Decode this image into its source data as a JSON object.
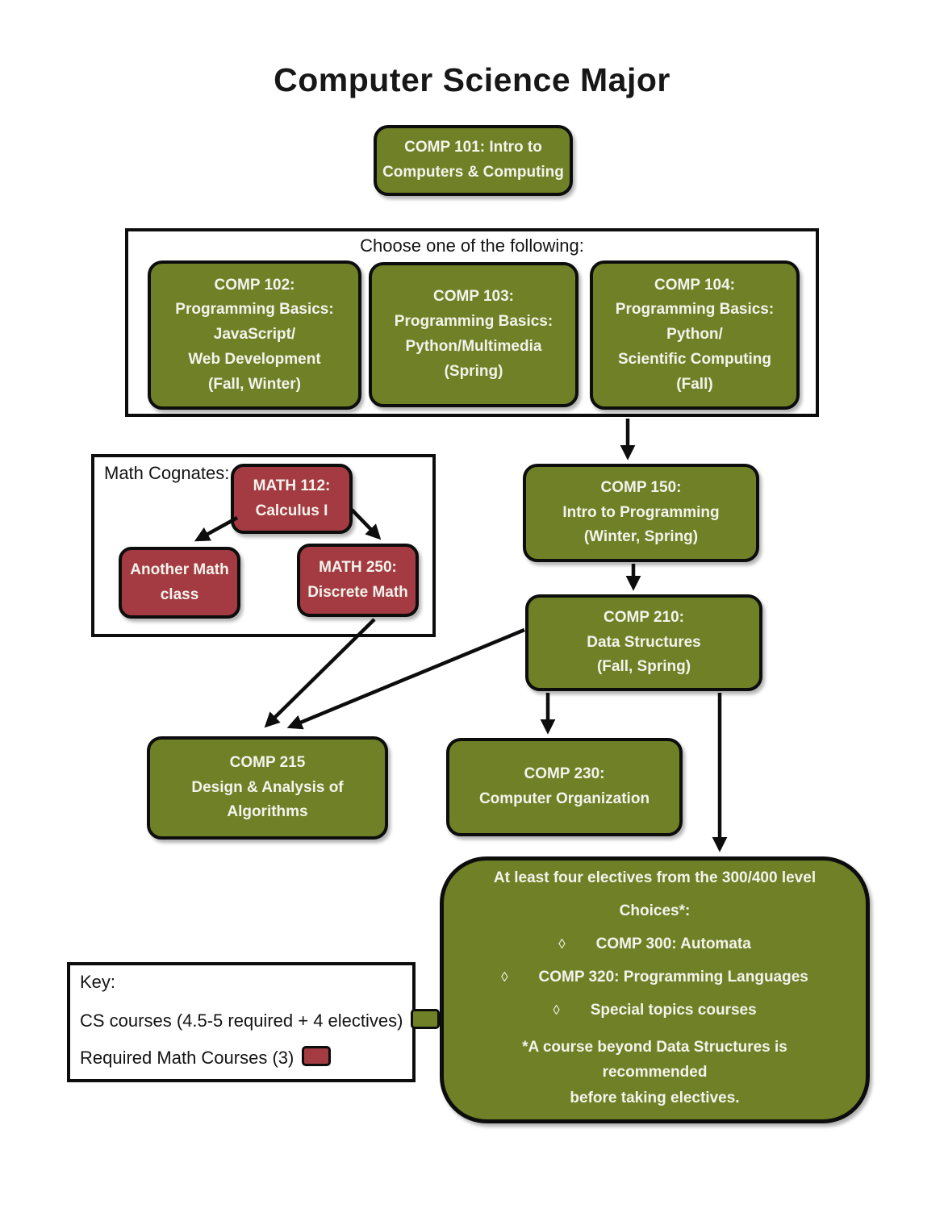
{
  "title": "Computer Science Major",
  "colors": {
    "cs_green": "#6f8026",
    "math_red": "#a43b42",
    "outline": "#0d0d0d"
  },
  "choose_one": {
    "label": "Choose one of the following:"
  },
  "math_cognates": {
    "label": "Math Cognates:"
  },
  "courses": {
    "comp101": "COMP 101: Intro to\nComputers & Computing",
    "comp102": "COMP 102:\nProgramming Basics:\nJavaScript/\nWeb Development\n(Fall, Winter)",
    "comp103": "COMP 103:\nProgramming Basics:\nPython/Multimedia\n(Spring)",
    "comp104": "COMP 104:\nProgramming Basics:\nPython/\nScientific Computing\n(Fall)",
    "comp150": "COMP 150:\nIntro to Programming\n(Winter, Spring)",
    "comp210": "COMP 210:\nData Structures\n(Fall, Spring)",
    "comp215": "COMP 215\nDesign & Analysis of\nAlgorithms",
    "comp230": "COMP 230:\nComputer Organization",
    "math112": "MATH 112:\nCalculus I",
    "math_other": "Another Math\nclass",
    "math250": "MATH 250:\nDiscrete Math"
  },
  "electives": {
    "heading": "At least four electives from the 300/400 level",
    "choices_label": "Choices*:",
    "bullet": "◊",
    "items": [
      "COMP 300: Automata",
      "COMP 320: Programming Languages",
      "Special topics courses"
    ],
    "footnote": "*A course beyond Data Structures is recommended\nbefore taking electives."
  },
  "key": {
    "label": "Key:",
    "cs_label": "CS courses (4.5-5 required + 4 electives)",
    "math_label": "Required Math Courses (3)"
  }
}
